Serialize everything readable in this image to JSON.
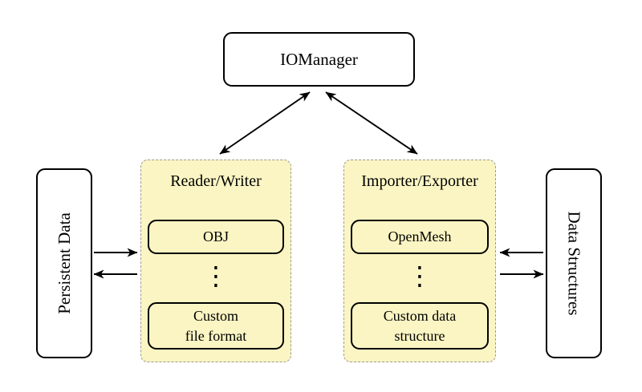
{
  "diagram": {
    "nodes": {
      "iomanager": {
        "label": "IOManager"
      },
      "persistent_data": {
        "label": "Persistent Data"
      },
      "data_structures": {
        "label": "Data Structures"
      },
      "reader_writer": {
        "title": "Reader/Writer",
        "item_top": "OBJ",
        "ellipsis": "⋮",
        "item_bottom_line1": "Custom",
        "item_bottom_line2": "file format"
      },
      "importer_exporter": {
        "title": "Importer/Exporter",
        "item_top": "OpenMesh",
        "ellipsis": "⋮",
        "item_bottom_line1": "Custom data",
        "item_bottom_line2": "structure"
      }
    },
    "connections": [
      "IOManager <-> Reader/Writer",
      "IOManager <-> Importer/Exporter",
      "Persistent Data -> Reader/Writer",
      "Reader/Writer -> Persistent Data",
      "Data Structures -> Importer/Exporter",
      "Importer/Exporter -> Data Structures"
    ]
  },
  "colors": {
    "panel_fill": "#fbf5c3",
    "panel_border": "#9b9b9b",
    "node_border": "#000000",
    "arrow": "#000000",
    "background": "#ffffff"
  }
}
